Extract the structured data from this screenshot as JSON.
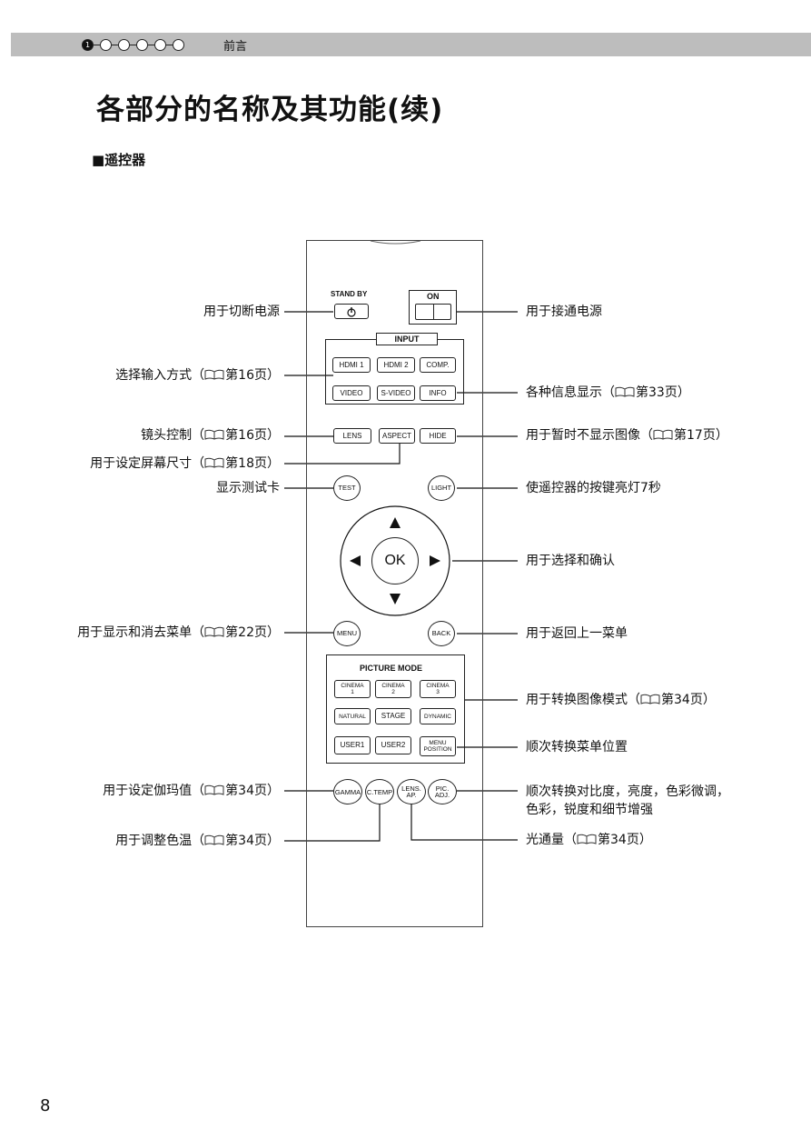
{
  "header": {
    "active_step": "1",
    "section": "前言"
  },
  "title": "各部分的名称及其功能(续)",
  "subtitle": "■遥控器",
  "page_number": "8",
  "remote": {
    "standby_label": "STAND BY",
    "on_label": "ON",
    "input_title": "INPUT",
    "buttons": {
      "hdmi1": "HDMI 1",
      "hdmi2": "HDMI 2",
      "comp": "COMP.",
      "video": "VIDEO",
      "svideo": "S-VIDEO",
      "info": "INFO",
      "lens": "LENS",
      "aspect": "ASPECT",
      "hide": "HIDE",
      "test": "TEST",
      "light": "LIGHT",
      "ok": "OK",
      "menu": "MENU",
      "back": "BACK",
      "cinema1": "CINEMA\n1",
      "cinema2": "CINEMA\n2",
      "cinema3": "CINEMA\n3",
      "natural": "NATURAL",
      "stage": "STAGE",
      "dynamic": "DYNAMIC",
      "user1": "USER1",
      "user2": "USER2",
      "menu_position": "MENU\nPOSITION",
      "gamma": "GAMMA",
      "ctemp": "C.TEMP",
      "lens_ap": "LENS.\nAP.",
      "pic_adj": "PIC.\nADJ."
    },
    "picture_mode_title": "PICTURE MODE"
  },
  "labels": {
    "power_off": "用于切断电源",
    "power_on": "用于接通电源",
    "input_select": "选择输入方式（",
    "input_select_ref": "第16页）",
    "info": "各种信息显示（",
    "info_ref": "第33页）",
    "lens": "镜头控制（",
    "lens_ref": "第16页）",
    "hide": "用于暂时不显示图像（",
    "hide_ref": "第17页）",
    "aspect": "用于设定屏幕尺寸（",
    "aspect_ref": "第18页）",
    "test": "显示测试卡",
    "light": "使遥控器的按键亮灯7秒",
    "ok": "用于选择和确认",
    "menu": "用于显示和消去菜单（",
    "menu_ref": "第22页）",
    "back": "用于返回上一菜单",
    "picture_mode": "用于转换图像模式（",
    "picture_mode_ref": "第34页）",
    "menu_position": "顺次转换菜单位置",
    "gamma": "用于设定伽玛值（",
    "gamma_ref": "第34页）",
    "pic_adj": "顺次转换对比度，亮度，色彩微调，\n色彩，锐度和细节增强",
    "ctemp": "用于调整色温（",
    "ctemp_ref": "第34页）",
    "lens_ap": "光通量（",
    "lens_ap_ref": "第34页）"
  }
}
